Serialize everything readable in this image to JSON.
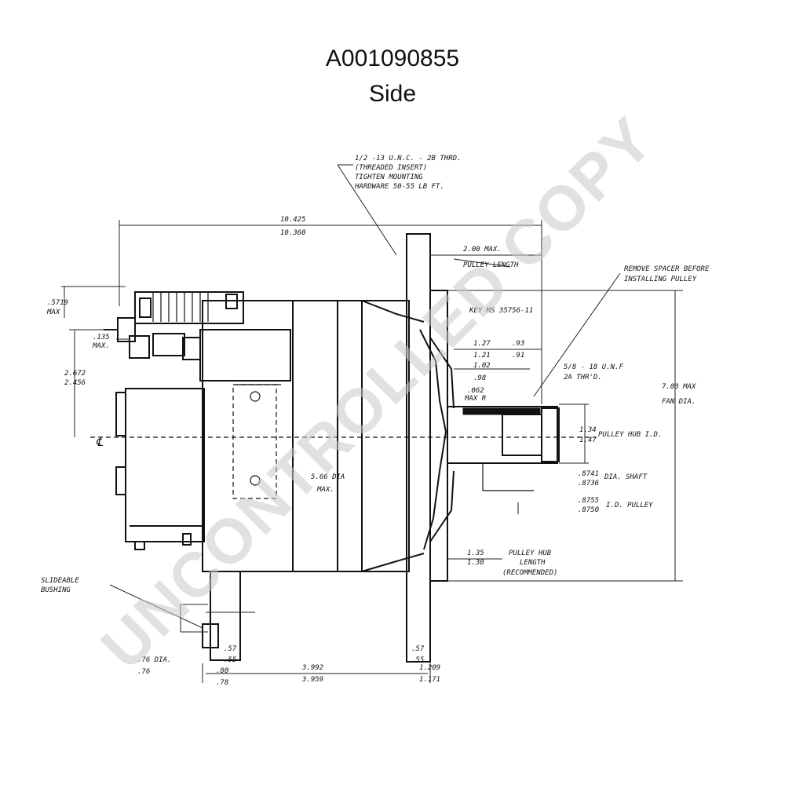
{
  "header": {
    "part_number": "A001090855",
    "view": "Side"
  },
  "watermark": "UNCONTROLLED COPY",
  "notes": {
    "thread_1": "1/2 -13 U.N.C. - 2B THRD.",
    "thread_2": "(THREADED INSERT)",
    "thread_3": "TIGHTEN MOUNTING",
    "thread_4": "HARDWARE 50-55 LB FT.",
    "overall_len_max": "10.425",
    "overall_len_min": "10.360",
    "pulley_len_1": "2.00 MAX.",
    "pulley_len_2": "PULLEY LENGTH",
    "spacer_1": "REMOVE SPACER BEFORE",
    "spacer_2": "INSTALLING PULLEY",
    "key": "KEY MS 35756-11",
    "d_127": "1.27",
    "d_121": "1.21",
    "d_93": ".93",
    "d_91": ".91",
    "d_102": "1.02",
    "d_98": ".98",
    "d_062": ".062",
    "d_062_max": "MAX R",
    "unf_1": "5/8 - 18 U.N.F",
    "unf_2": "2A THR'D.",
    "fan_1": "7.03 MAX",
    "fan_2": "FAN DIA.",
    "top_max_1": ".5719",
    "top_max_2": "MAX",
    "d_135": ".135",
    "d_135_max": "MAX.",
    "d_2672": "2.672",
    "d_2456": "2.456",
    "cl": "℄",
    "dia_1": "5.66 DIA",
    "dia_2": "MAX.",
    "hub_1": "1.34",
    "hub_2": "1.47",
    "hub_label": "PULLEY HUB I.D.",
    "shaft_1": ".8741",
    "shaft_2": ".8736",
    "shaft_label": "DIA. SHAFT",
    "pulley_1": ".8755",
    "pulley_2": ".8750",
    "pulley_label": "I.D. PULLEY",
    "hub_len_1": "1.35",
    "hub_len_2": "1.30",
    "hub_len_label_1": "PULLEY HUB",
    "hub_len_label_2": "LENGTH",
    "hub_len_label_3": "(RECOMMENDED)",
    "bushing_1": "SLIDEABLE",
    "bushing_2": "BUSHING",
    "d_76_dia": ".76 DIA.",
    "d_76": ".76",
    "d_57a": ".57",
    "d_55a": ".55",
    "d_80": ".80",
    "d_78": ".78",
    "d_3992": "3.992",
    "d_3959": "3.959",
    "d_57b": ".57",
    "d_55b": ".55",
    "d_1209": "1.209",
    "d_1171": "1.171"
  }
}
